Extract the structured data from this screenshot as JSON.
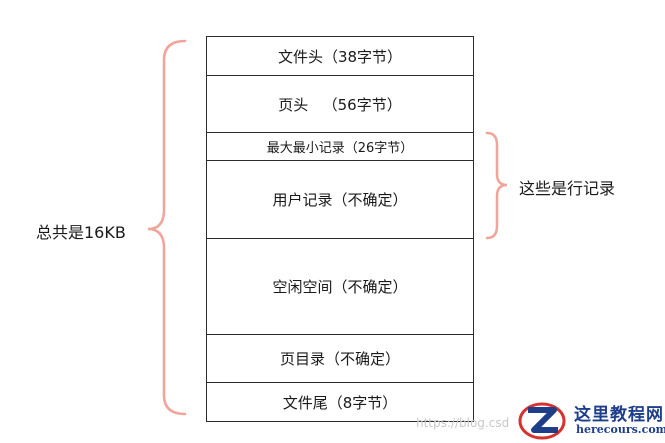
{
  "segments": [
    {
      "label": "文件头（38字节）"
    },
    {
      "label": "页头   （56字节）"
    },
    {
      "label": "最大最小记录（26字节）"
    },
    {
      "label": "用户记录（不确定）"
    },
    {
      "label": "空闲空间（不确定）"
    },
    {
      "label": "页目录（不确定）"
    },
    {
      "label": "文件尾（8字节）"
    }
  ],
  "left_brace_label": "总共是16KB",
  "right_brace_label": "这些是行记录",
  "watermark": {
    "url_text": "https://blog.csd",
    "site_name": "这里教程网",
    "site_url": "herecours.com"
  },
  "colors": {
    "brace": "#f0a49a",
    "border": "#2b2b2b",
    "logo_blue": "#1f3e8a",
    "logo_red": "#d6322e"
  }
}
